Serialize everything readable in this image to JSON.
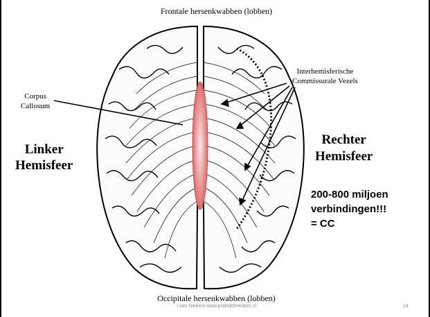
{
  "slide": {
    "title_top": "Frontale hersenkwabben (lobben)",
    "title_bottom": "Occipitale hersenkwabben (lobben)",
    "corpus_callosum": [
      "Corpus",
      "Callosum"
    ],
    "commissural_fibers": [
      "Interhemisferische",
      "Commissurale Vezels"
    ],
    "left_hemisphere": [
      "Linker",
      "Hemisfeer"
    ],
    "right_hemisphere": [
      "Rechter",
      "Hemisfeer"
    ],
    "connections": [
      "200-800 miljoen",
      "verbindingen!!!",
      "= CC"
    ],
    "footer": "I van Niekerk www.praktijkfreedom.nl",
    "page_number": "14"
  },
  "colors": {
    "corpus_fill_center": "#fde8e8",
    "corpus_fill_edge": "#dc6b6b",
    "line": "#000000"
  },
  "icons": {
    "brain": "brain-illustration"
  }
}
